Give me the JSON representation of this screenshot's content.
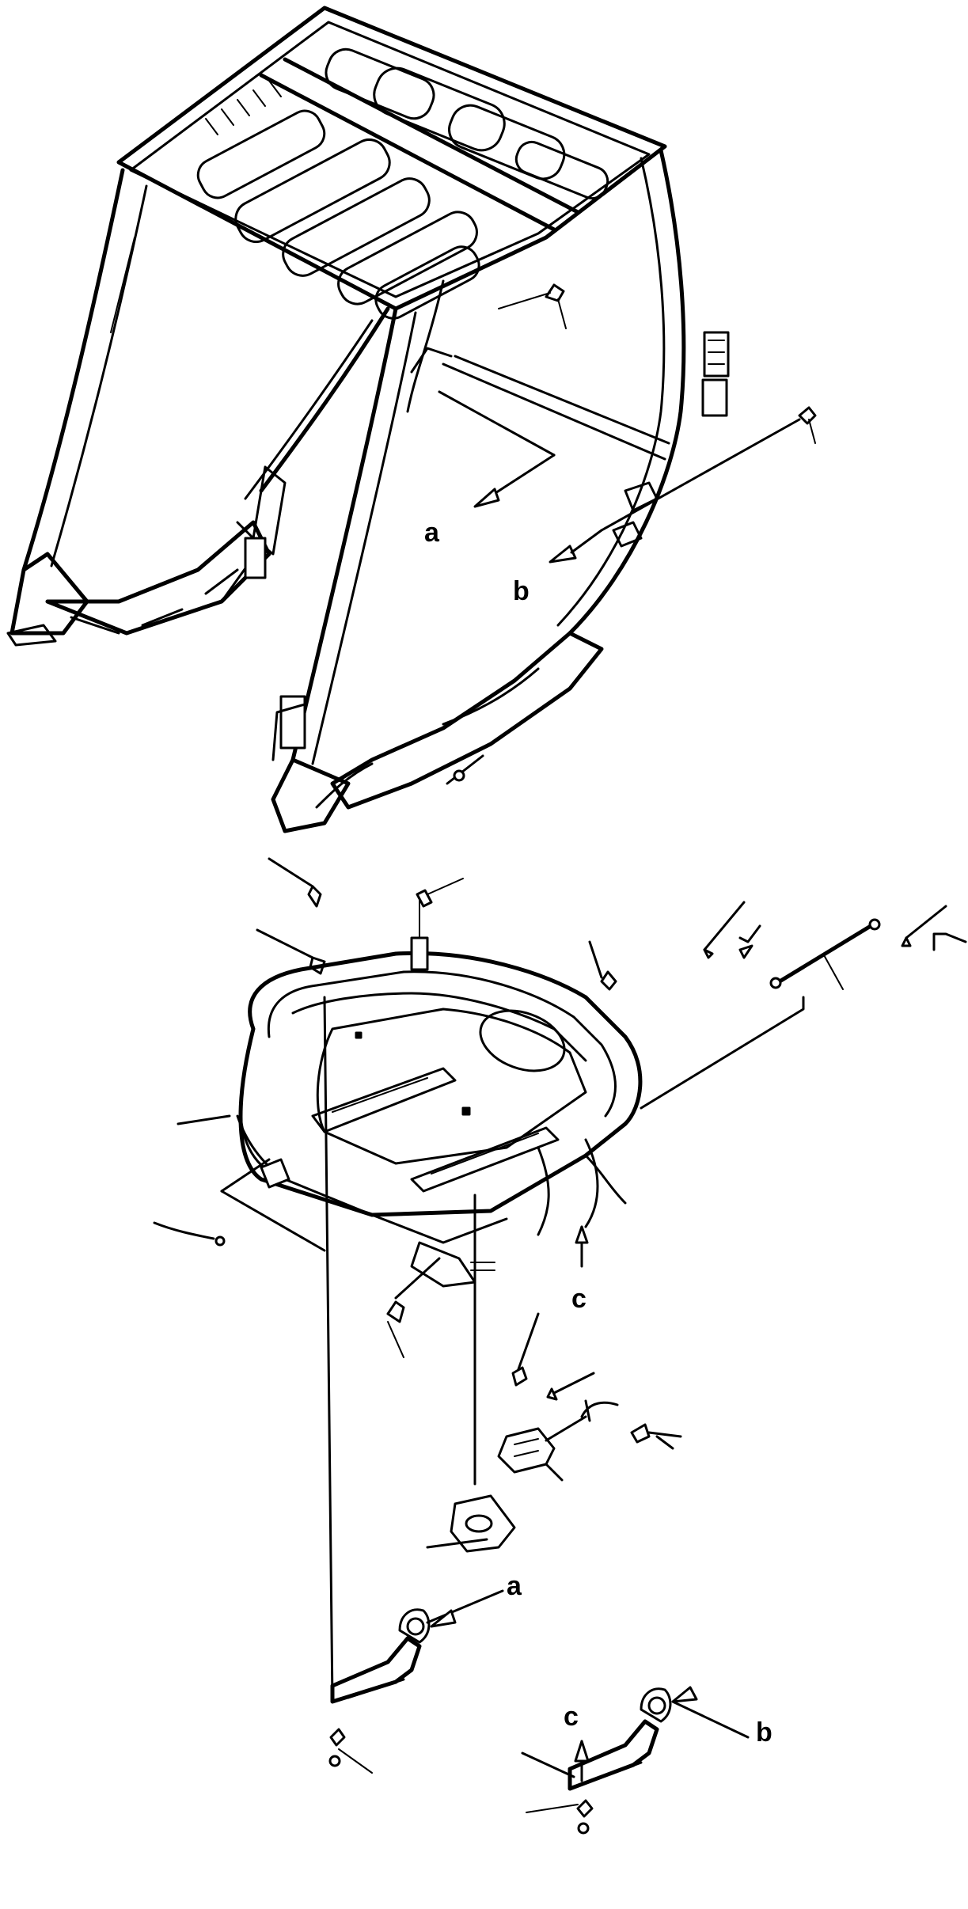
{
  "callouts": {
    "a_upper": "a",
    "b_upper": "b",
    "c_upper": "c",
    "a_lower": "a",
    "c_lower": "c",
    "b_lower": "b"
  },
  "colors": {
    "ink": "#000000",
    "paper": "#ffffff"
  }
}
